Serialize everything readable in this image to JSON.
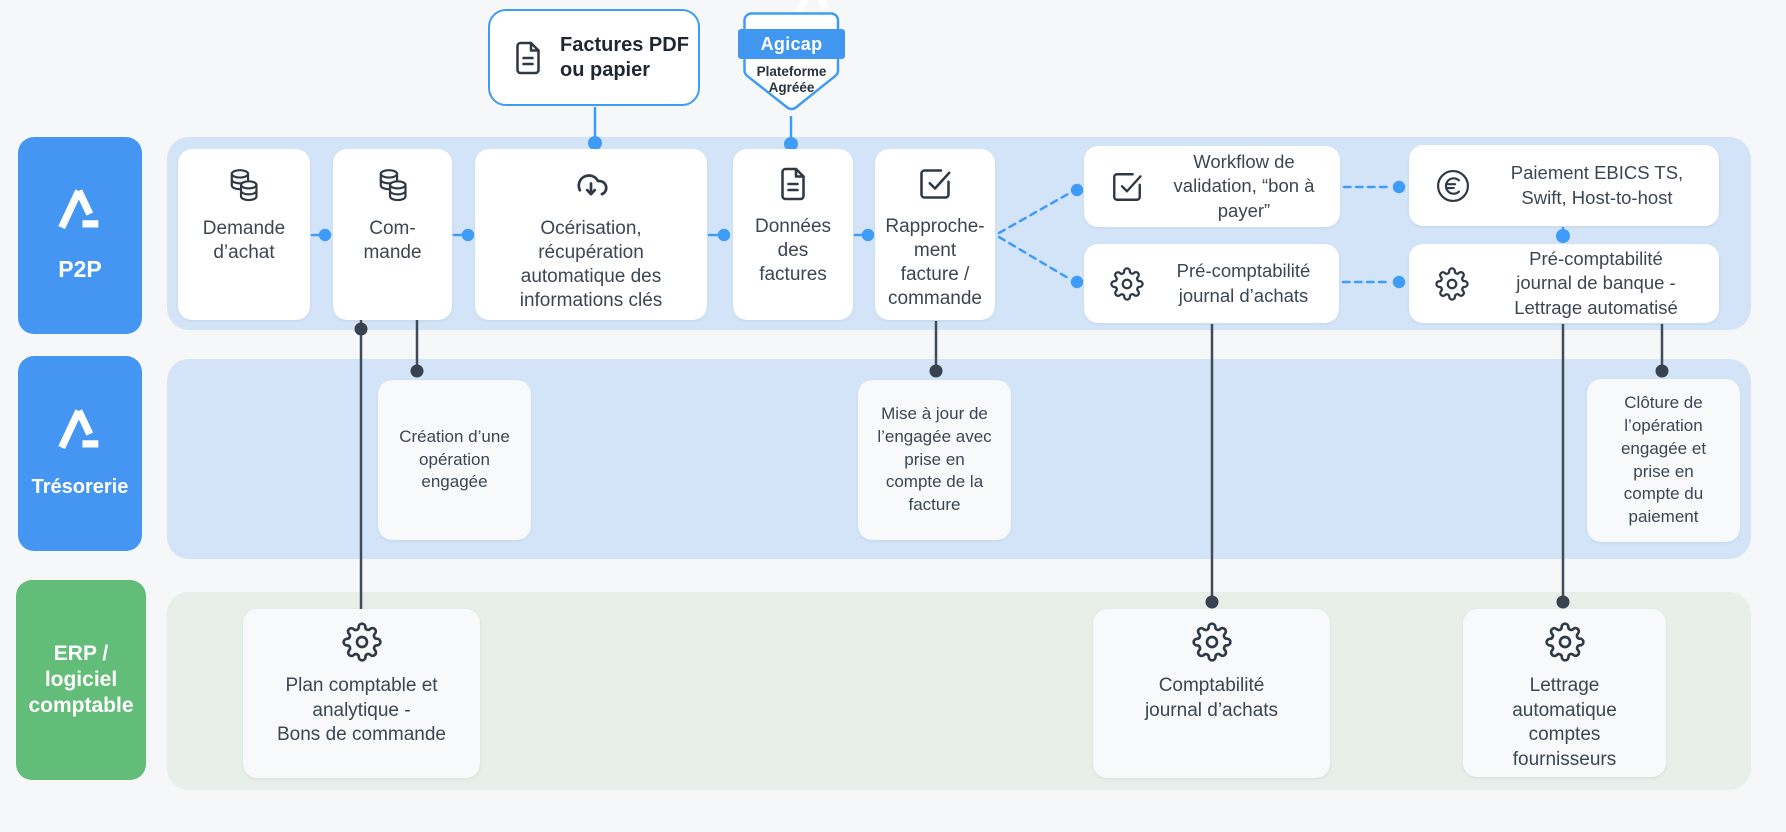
{
  "callout": {
    "icon": "document-icon",
    "label": "Factures PDF\nou papier"
  },
  "badge": {
    "brand": "Agicap",
    "label": "Plateforme\nAgréée",
    "icon": "agicap-shield-badge"
  },
  "sidebar": {
    "p2p": {
      "label": "P2P",
      "icon": "agicap-logo",
      "color": "#4596F2"
    },
    "tresorerie": {
      "label": "Trésorerie",
      "icon": "agicap-logo",
      "color": "#4596F2"
    },
    "erp": {
      "label": "ERP /\nlogiciel\ncomptable",
      "color": "#62BD79"
    }
  },
  "p2p_row": {
    "demande": {
      "label": "Demande\nd’achat",
      "icon": "coins-icon"
    },
    "commande": {
      "label": "Com-\nmande",
      "icon": "coins-icon"
    },
    "ocerisation": {
      "label": "Océrisation,\nrécupération\nautomatique des\ninformations clés",
      "icon": "cloud-download-icon"
    },
    "donnees": {
      "label": "Données\ndes\nfactures",
      "icon": "document-icon"
    },
    "rapprochement": {
      "label": "Rapproche-\nment\nfacture /\ncommande",
      "icon": "checkbox-icon"
    },
    "workflow": {
      "label": "Workflow de\nvalidation, “bon à\npayer”",
      "icon": "checkbox-icon"
    },
    "precompta_achats": {
      "label": "Pré-comptabilité\njournal d’achats",
      "icon": "gear-icon"
    },
    "paiement": {
      "label": "Paiement EBICS TS,\nSwift, Host-to-host",
      "icon": "euro-icon"
    },
    "precompta_banque": {
      "label": "Pré-comptabilité\njournal de banque -\nLettrage automatisé",
      "icon": "gear-icon"
    }
  },
  "tresorerie_row": {
    "creation": {
      "label": "Création d’une\nopération\nengagée"
    },
    "mise_a_jour": {
      "label": "Mise à jour de\nl’engagée avec\nprise en\ncompte de la\nfacture"
    },
    "cloture": {
      "label": "Clôture de\nl’opération\nengagée et\nprise en\ncompte du\npaiement"
    }
  },
  "erp_row": {
    "plan": {
      "label": "Plan comptable et\nanalytique -\nBons de commande",
      "icon": "gear-icon"
    },
    "comptabilite": {
      "label": "Comptabilité\njournal d’achats",
      "icon": "gear-icon"
    },
    "lettrage": {
      "label": "Lettrage\nautomatique\ncomptes\nfournisseurs",
      "icon": "gear-icon"
    }
  },
  "colors": {
    "accent_blue": "#3F9CF6",
    "sidebar_blue": "#4596F2",
    "sidebar_green": "#62BD79",
    "lane_blue": "#D4E4F8",
    "lane_green": "#E7EFE8",
    "line_dark": "#414C59",
    "text_dark": "#3C4652",
    "background": "#F6F7F9"
  }
}
